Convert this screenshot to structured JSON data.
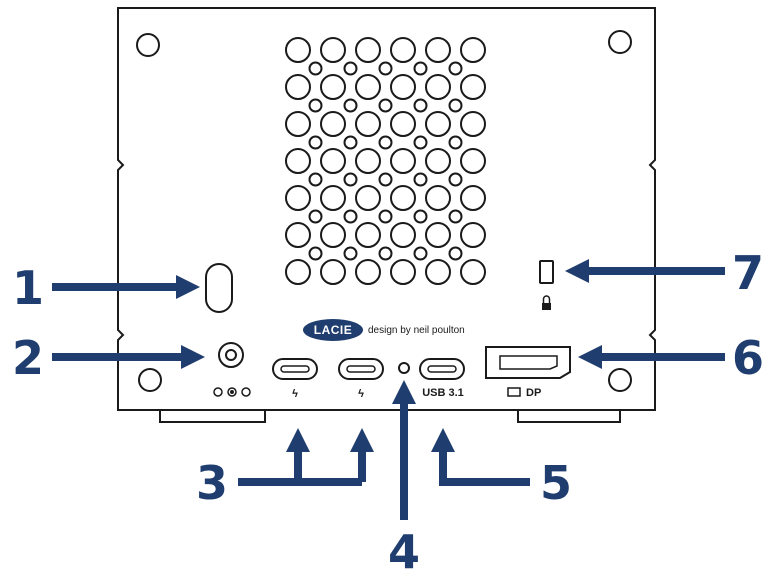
{
  "colors": {
    "accent": "#1f3d6e",
    "outline": "#1a1a1a",
    "background": "#ffffff"
  },
  "branding": {
    "logo": "LACIE",
    "designer_credit": "design by neil poulton"
  },
  "ports": {
    "thunderbolt_symbol": "ϟ",
    "usb_label": "USB 3.1",
    "dp_label": "DP",
    "lock_icon": "padlock-icon",
    "dc_symbol": "dc-polarity-icon",
    "display_icon": "monitor-icon"
  },
  "callouts": {
    "c1": "1",
    "c2": "2",
    "c3": "3",
    "c4": "4",
    "c5": "5",
    "c6": "6",
    "c7": "7"
  }
}
